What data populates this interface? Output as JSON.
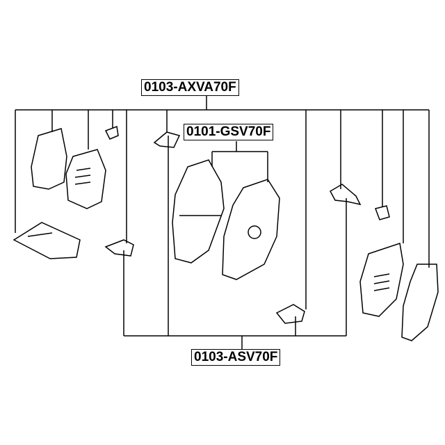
{
  "labels": {
    "kit_main": "0103-AXVA70F",
    "pad_set": "0101-GSV70F",
    "kit_inner": "0103-ASV70F"
  },
  "colors": {
    "line": "#000000",
    "background": "#ffffff"
  }
}
